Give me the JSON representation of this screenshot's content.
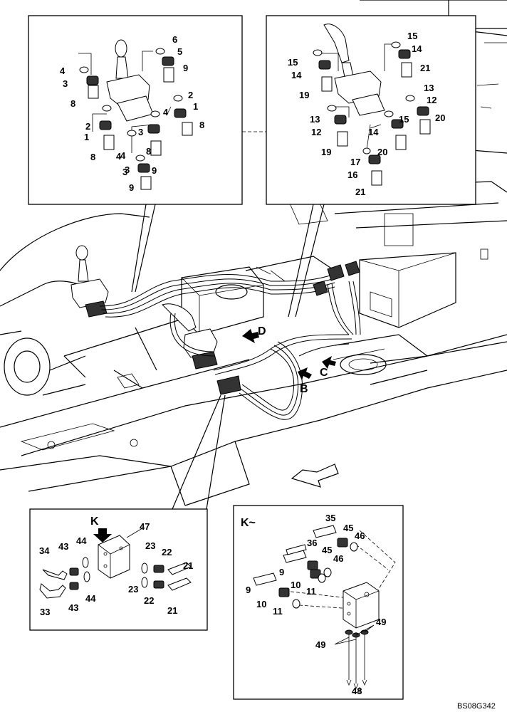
{
  "drawing": {
    "drawing_code": "BS08G342",
    "view_labels": {
      "k_view": "K",
      "k_detail": "K~",
      "b": "B",
      "c": "C",
      "d": "D"
    },
    "callouts": {
      "tl": [
        "4",
        "3",
        "8",
        "2",
        "1",
        "8",
        "4",
        "3",
        "9",
        "6",
        "5",
        "9",
        "2",
        "1",
        "3",
        "8",
        "4",
        "8",
        "4",
        "3",
        "9"
      ],
      "tr": [
        "15",
        "14",
        "19",
        "13",
        "12",
        "19",
        "17",
        "16",
        "21",
        "15",
        "14",
        "21",
        "13",
        "12",
        "15",
        "20",
        "14",
        "20"
      ],
      "bl": [
        "34",
        "43",
        "44",
        "33",
        "43",
        "44",
        "47",
        "23",
        "22",
        "21",
        "23",
        "22",
        "21"
      ],
      "br": [
        "35",
        "45",
        "46",
        "36",
        "45",
        "46",
        "9",
        "10",
        "11",
        "9",
        "10",
        "11",
        "49",
        "49",
        "48"
      ]
    }
  }
}
